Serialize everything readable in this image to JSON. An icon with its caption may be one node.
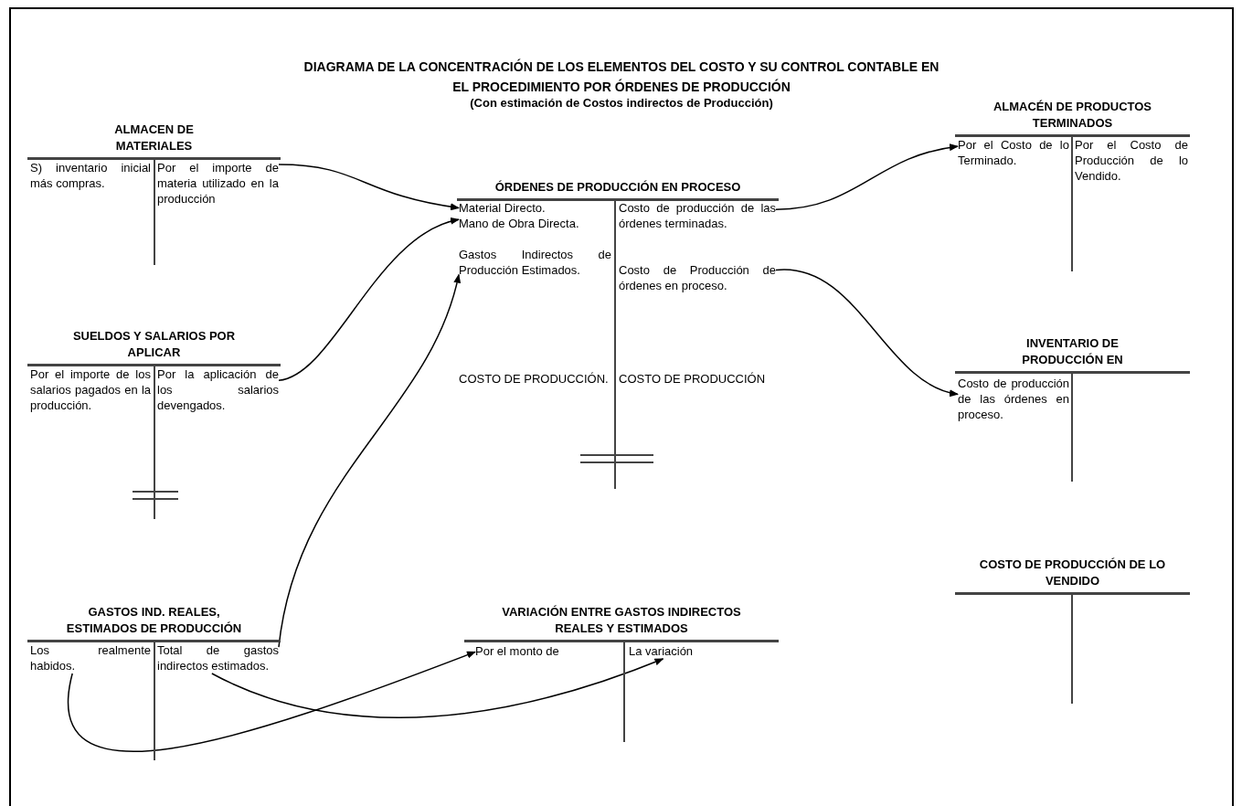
{
  "diagram": {
    "title": "DIAGRAMA DE LA CONCENTRACIÓN DE LOS ELEMENTOS DEL COSTO Y SU CONTROL CONTABLE EN EL PROCEDIMIENTO POR ÓRDENES DE PRODUCCIÓN",
    "nodes": [
      {
        "text": [
          "ALMACEN DE MATERIALES"
        ]
      },
      {
        "text": [
          "S) inventario inicial más compras."
        ],
        "in": 0
      },
      {
        "text": [
          "Por el importe de materia utilizado en la producción"
        ],
        "in": 0
      },
      {
        "text": [
          "SUELDOS Y SALARIOS POR APLICAR"
        ]
      },
      {
        "text": [
          "Por el importe de los salarios pagados en la producción."
        ],
        "in": 3
      },
      {
        "text": [
          "Por la aplicación de los salarios devengados."
        ],
        "in": 3
      },
      {
        "text": [
          "GASTOS IND. REALES, ESTIMADOS DE PRODUCCIÓN"
        ]
      },
      {
        "text": [
          "Los realmente habidos."
        ],
        "in": 6
      },
      {
        "text": [
          "Total de gastos indirectos estimados."
        ],
        "in": 6
      },
      {
        "text": [
          "ÓRDENES DE PRODUCCIÓN EN PROCESO"
        ]
      },
      {
        "text": [
          "Material Directo."
        ],
        "in": 9
      },
      {
        "text": [
          "Mano de Obra Directa."
        ],
        "in": 9
      },
      {
        "text": [
          "Gastos Indirectos de Producción Estimados."
        ],
        "in": 9
      },
      {
        "text": [
          "COSTO DE PRODUCCIÓN."
        ],
        "in": 9
      },
      {
        "text": [
          "Costo de producción de las órdenes terminadas."
        ],
        "in": 9
      },
      {
        "text": [
          "Costo de Producción de órdenes en proceso."
        ],
        "in": 9
      },
      {
        "text": [
          "COSTO DE PRODUCCIÓN"
        ],
        "in": 9
      },
      {
        "text": [
          "VARIACIÓN ENTRE GASTOS INDIRECTOS REALES Y ESTIMADOS"
        ]
      },
      {
        "text": [
          "Por el monto de"
        ],
        "in": 17
      },
      {
        "text": [
          "La variación"
        ],
        "in": 17
      },
      {
        "text": [
          "ALMACÉN DE PRODUCTOS TERMINADOS"
        ]
      },
      {
        "text": [
          "Por el Costo de lo Terminado."
        ],
        "in": 20
      },
      {
        "text": [
          "Por el Costo de Producción de lo Vendido."
        ],
        "in": 20
      },
      {
        "text": [
          "INVENTARIO DE PRODUCCIÓN EN"
        ]
      },
      {
        "text": [
          "Costo de producción de las órdenes en proceso."
        ],
        "in": 23
      },
      {
        "text": [
          "COSTO DE PRODUCCIÓN DE LO VENDIDO"
        ]
      }
    ],
    "edges": [
      {
        "from": 2,
        "to": 10,
        "arrow": "to"
      },
      {
        "from": 5,
        "to": 11,
        "arrow": "to"
      },
      {
        "from": 8,
        "to": 12,
        "arrow": "to"
      },
      {
        "from": 7,
        "to": 18,
        "arrow": "to"
      },
      {
        "from": 8,
        "to": 19,
        "arrow": "to"
      },
      {
        "from": 14,
        "to": 21,
        "arrow": "to"
      },
      {
        "from": 15,
        "to": 24,
        "arrow": "to"
      }
    ],
    "labels": [
      "(Con estimación de Costos indirectos de Producción)"
    ]
  }
}
